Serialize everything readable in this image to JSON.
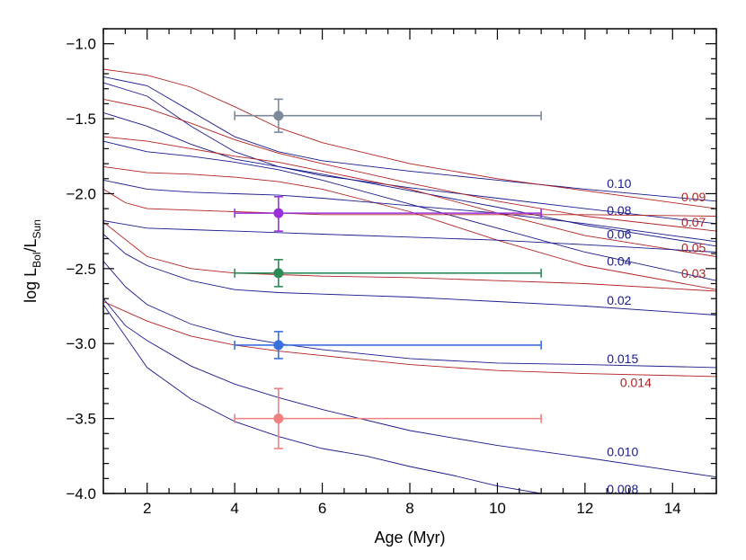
{
  "chart_data": {
    "type": "line",
    "xlabel": "Age (Myr)",
    "ylabel": {
      "main": "log L",
      "sub1": "Bol",
      "mid": "/L",
      "sub2": "Sun"
    },
    "xlim": [
      1,
      15
    ],
    "ylim": [
      -4.0,
      -0.9
    ],
    "xticks": [
      2,
      4,
      6,
      8,
      10,
      12,
      14
    ],
    "yticks": [
      -1.0,
      -1.5,
      -2.0,
      -2.5,
      -3.0,
      -3.5,
      -4.0
    ],
    "grid": false,
    "colors": {
      "blue_track": "#1a1a8c",
      "red_track": "#b22222"
    },
    "tracks": [
      {
        "mass_label": "0.10",
        "color": "blue",
        "points": [
          [
            1,
            -1.22
          ],
          [
            2,
            -1.28
          ],
          [
            3,
            -1.45
          ],
          [
            4,
            -1.62
          ],
          [
            5,
            -1.72
          ],
          [
            6,
            -1.78
          ],
          [
            8,
            -1.85
          ],
          [
            10,
            -1.91
          ],
          [
            12,
            -1.97
          ],
          [
            15,
            -2.05
          ]
        ]
      },
      {
        "mass_label": "0.09",
        "color": "red",
        "points": [
          [
            1,
            -1.17
          ],
          [
            2,
            -1.21
          ],
          [
            3,
            -1.29
          ],
          [
            4,
            -1.42
          ],
          [
            5,
            -1.56
          ],
          [
            6,
            -1.66
          ],
          [
            8,
            -1.8
          ],
          [
            10,
            -1.9
          ],
          [
            12,
            -1.98
          ],
          [
            15,
            -2.1
          ]
        ]
      },
      {
        "mass_label": "0.08",
        "color": "blue",
        "points": [
          [
            1,
            -1.26
          ],
          [
            2,
            -1.35
          ],
          [
            3,
            -1.55
          ],
          [
            4,
            -1.72
          ],
          [
            5,
            -1.82
          ],
          [
            6,
            -1.88
          ],
          [
            8,
            -1.96
          ],
          [
            10,
            -2.03
          ],
          [
            12,
            -2.1
          ],
          [
            15,
            -2.2
          ]
        ]
      },
      {
        "mass_label": "0.07",
        "color": "red",
        "points": [
          [
            1,
            -1.37
          ],
          [
            2,
            -1.43
          ],
          [
            3,
            -1.53
          ],
          [
            4,
            -1.64
          ],
          [
            5,
            -1.73
          ],
          [
            6,
            -1.8
          ],
          [
            8,
            -1.93
          ],
          [
            10,
            -2.05
          ],
          [
            12,
            -2.15
          ],
          [
            15,
            -2.25
          ]
        ]
      },
      {
        "mass_label": "0.06",
        "color": "blue",
        "points": [
          [
            1,
            -1.46
          ],
          [
            2,
            -1.55
          ],
          [
            3,
            -1.67
          ],
          [
            4,
            -1.77
          ],
          [
            5,
            -1.82
          ],
          [
            6,
            -1.87
          ],
          [
            8,
            -1.98
          ],
          [
            10,
            -2.09
          ],
          [
            12,
            -2.21
          ],
          [
            15,
            -2.35
          ]
        ]
      },
      {
        "mass_label": "0.05",
        "color": "red",
        "points": [
          [
            1,
            -1.62
          ],
          [
            2,
            -1.65
          ],
          [
            3,
            -1.7
          ],
          [
            4,
            -1.75
          ],
          [
            5,
            -1.79
          ],
          [
            6,
            -1.85
          ],
          [
            8,
            -1.97
          ],
          [
            10,
            -2.13
          ],
          [
            12,
            -2.28
          ],
          [
            15,
            -2.42
          ]
        ]
      },
      {
        "mass_label": "0.04",
        "color": "blue",
        "points": [
          [
            1,
            -1.65
          ],
          [
            2,
            -1.72
          ],
          [
            3,
            -1.75
          ],
          [
            4,
            -1.79
          ],
          [
            5,
            -1.84
          ],
          [
            6,
            -1.91
          ],
          [
            8,
            -2.07
          ],
          [
            10,
            -2.23
          ],
          [
            12,
            -2.39
          ],
          [
            15,
            -2.58
          ]
        ]
      },
      {
        "mass_label": "0.03",
        "color": "red",
        "points": [
          [
            1,
            -1.82
          ],
          [
            2,
            -1.86
          ],
          [
            3,
            -1.87
          ],
          [
            4,
            -1.89
          ],
          [
            5,
            -1.92
          ],
          [
            6,
            -1.97
          ],
          [
            8,
            -2.12
          ],
          [
            10,
            -2.31
          ],
          [
            12,
            -2.48
          ],
          [
            15,
            -2.64
          ]
        ]
      },
      {
        "mass_label": "",
        "color": "blue",
        "points": [
          [
            1,
            -1.91
          ],
          [
            2,
            -1.97
          ],
          [
            3,
            -1.99
          ],
          [
            4,
            -2.0
          ],
          [
            5,
            -2.01
          ],
          [
            6,
            -2.03
          ],
          [
            8,
            -2.08
          ],
          [
            10,
            -2.13
          ],
          [
            12,
            -2.2
          ],
          [
            15,
            -2.32
          ]
        ]
      },
      {
        "mass_label": "",
        "color": "red",
        "points": [
          [
            1,
            -1.97
          ],
          [
            1.5,
            -2.06
          ],
          [
            2,
            -2.1
          ],
          [
            3,
            -2.11
          ],
          [
            4,
            -2.12
          ],
          [
            5,
            -2.13
          ],
          [
            6,
            -2.14
          ],
          [
            8,
            -2.14
          ],
          [
            10,
            -2.14
          ],
          [
            12,
            -2.14
          ],
          [
            15,
            -2.15
          ]
        ]
      },
      {
        "mass_label": "",
        "color": "blue",
        "points": [
          [
            1,
            -2.18
          ],
          [
            2,
            -2.23
          ],
          [
            3,
            -2.24
          ],
          [
            4,
            -2.25
          ],
          [
            5,
            -2.26
          ],
          [
            6,
            -2.27
          ],
          [
            8,
            -2.29
          ],
          [
            10,
            -2.31
          ],
          [
            12,
            -2.34
          ],
          [
            15,
            -2.39
          ]
        ]
      },
      {
        "mass_label": "0.02",
        "color": "blue",
        "points": [
          [
            1,
            -2.27
          ],
          [
            1.5,
            -2.4
          ],
          [
            2,
            -2.48
          ],
          [
            3,
            -2.58
          ],
          [
            4,
            -2.64
          ],
          [
            5,
            -2.66
          ],
          [
            6,
            -2.67
          ],
          [
            8,
            -2.69
          ],
          [
            10,
            -2.72
          ],
          [
            12,
            -2.75
          ],
          [
            15,
            -2.81
          ]
        ]
      },
      {
        "mass_label": "",
        "color": "red",
        "points": [
          [
            1,
            -2.19
          ],
          [
            2,
            -2.42
          ],
          [
            3,
            -2.5
          ],
          [
            4,
            -2.53
          ],
          [
            5,
            -2.54
          ],
          [
            6,
            -2.55
          ],
          [
            8,
            -2.56
          ],
          [
            10,
            -2.58
          ],
          [
            12,
            -2.6
          ],
          [
            15,
            -2.65
          ]
        ]
      },
      {
        "mass_label": "0.015",
        "color": "blue",
        "points": [
          [
            1,
            -2.45
          ],
          [
            1.5,
            -2.62
          ],
          [
            2,
            -2.74
          ],
          [
            3,
            -2.87
          ],
          [
            4,
            -2.95
          ],
          [
            5,
            -3.0
          ],
          [
            6,
            -3.04
          ],
          [
            8,
            -3.1
          ],
          [
            10,
            -3.13
          ],
          [
            12,
            -3.14
          ],
          [
            15,
            -3.16
          ]
        ]
      },
      {
        "mass_label": "0.014",
        "color": "red",
        "points": [
          [
            1,
            -2.72
          ],
          [
            2,
            -2.85
          ],
          [
            3,
            -2.95
          ],
          [
            4,
            -3.01
          ],
          [
            5,
            -3.05
          ],
          [
            6,
            -3.08
          ],
          [
            8,
            -3.14
          ],
          [
            10,
            -3.18
          ],
          [
            12,
            -3.2
          ],
          [
            15,
            -3.22
          ]
        ]
      },
      {
        "mass_label": "0.010",
        "color": "blue",
        "points": [
          [
            1,
            -2.7
          ],
          [
            1.5,
            -2.88
          ],
          [
            2,
            -2.98
          ],
          [
            3,
            -3.15
          ],
          [
            4,
            -3.27
          ],
          [
            5,
            -3.36
          ],
          [
            6,
            -3.44
          ],
          [
            8,
            -3.58
          ],
          [
            10,
            -3.68
          ],
          [
            12,
            -3.76
          ],
          [
            15,
            -3.89
          ]
        ]
      },
      {
        "mass_label": "0.008",
        "color": "blue",
        "points": [
          [
            1,
            -2.74
          ],
          [
            2,
            -3.16
          ],
          [
            3,
            -3.37
          ],
          [
            4,
            -3.52
          ],
          [
            5,
            -3.62
          ],
          [
            6,
            -3.7
          ],
          [
            7,
            -3.75
          ],
          [
            8,
            -3.82
          ],
          [
            9,
            -3.88
          ],
          [
            10,
            -3.95
          ],
          [
            11,
            -4.0
          ],
          [
            12,
            -4.05
          ]
        ]
      }
    ],
    "mass_labels": [
      {
        "text": "0.10",
        "color": "blue",
        "x": 12.5,
        "y": -1.93
      },
      {
        "text": "0.09",
        "color": "red",
        "x": 14.2,
        "y": -2.02
      },
      {
        "text": "0.08",
        "color": "blue",
        "x": 12.5,
        "y": -2.11
      },
      {
        "text": "0.07",
        "color": "red",
        "x": 14.2,
        "y": -2.19
      },
      {
        "text": "0.06",
        "color": "blue",
        "x": 12.5,
        "y": -2.27
      },
      {
        "text": "0.05",
        "color": "red",
        "x": 14.2,
        "y": -2.36
      },
      {
        "text": "0.04",
        "color": "blue",
        "x": 12.5,
        "y": -2.45
      },
      {
        "text": "0.03",
        "color": "red",
        "x": 14.2,
        "y": -2.53
      },
      {
        "text": "0.02",
        "color": "blue",
        "x": 12.5,
        "y": -2.71
      },
      {
        "text": "0.015",
        "color": "blue",
        "x": 12.5,
        "y": -3.1
      },
      {
        "text": "0.014",
        "color": "red",
        "x": 12.8,
        "y": -3.26
      },
      {
        "text": "0.010",
        "color": "blue",
        "x": 12.5,
        "y": -3.72
      },
      {
        "text": "0.008",
        "color": "blue",
        "x": 12.5,
        "y": -3.97
      }
    ],
    "points": [
      {
        "x": 5,
        "y": -1.48,
        "xerr": [
          4,
          11
        ],
        "yerr": [
          -1.37,
          -1.59
        ],
        "color": "#7a8a9a"
      },
      {
        "x": 5,
        "y": -2.13,
        "xerr": [
          4,
          11
        ],
        "yerr": [
          -2.02,
          -2.25
        ],
        "color": "#9b30d9"
      },
      {
        "x": 5,
        "y": -2.53,
        "xerr": [
          4,
          11
        ],
        "yerr": [
          -2.44,
          -2.62
        ],
        "color": "#2e8b57"
      },
      {
        "x": 5,
        "y": -3.01,
        "xerr": [
          4,
          11
        ],
        "yerr": [
          -2.92,
          -3.1
        ],
        "color": "#3a6fe0"
      },
      {
        "x": 5,
        "y": -3.5,
        "xerr": [
          4,
          11
        ],
        "yerr": [
          -3.3,
          -3.7
        ],
        "color": "#f08080"
      }
    ]
  }
}
